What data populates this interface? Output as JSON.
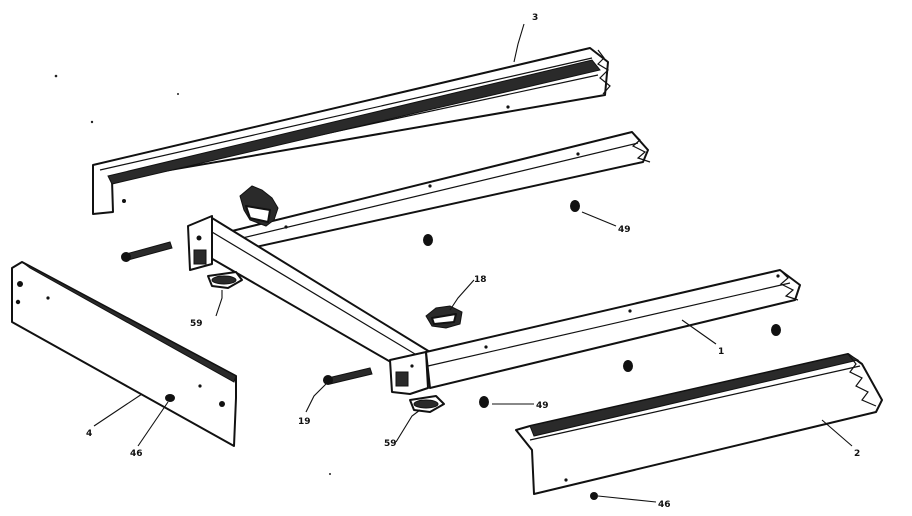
{
  "callouts": {
    "part_3": "3",
    "part_49_upper": "49",
    "part_18": "18",
    "part_1": "1",
    "part_59_upper": "59",
    "part_19": "19",
    "part_49_lower": "49",
    "part_59_lower": "59",
    "part_4": "4",
    "part_46_left": "46",
    "part_2": "2",
    "part_46_right": "46"
  }
}
